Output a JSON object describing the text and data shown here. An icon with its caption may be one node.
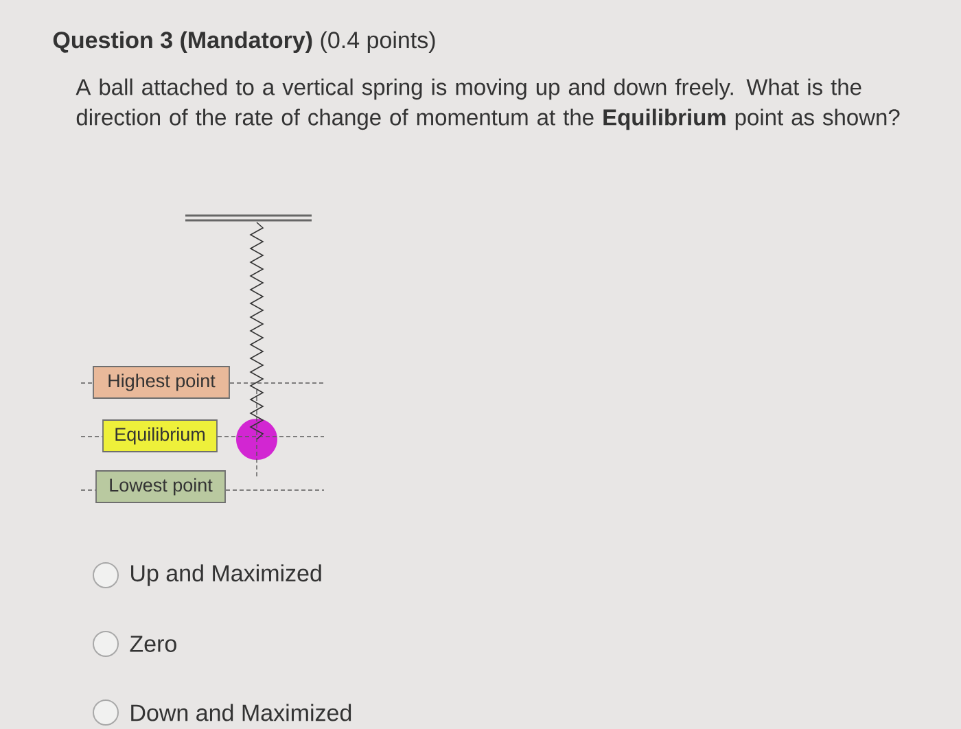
{
  "diagram": {
    "title": "**Question 3 (Mandatory)** (0.4 points)",
    "nodes": [
      {
        "text": [
          "Highest point"
        ]
      },
      {
        "text": [
          "Equilibrium"
        ]
      },
      {
        "text": [
          "Lowest point"
        ]
      }
    ],
    "labels": [
      "A ball attached to a vertical spring is moving up and down freely. What is the direction of the rate of change of momentum at the **Equilibrium** point as shown?",
      "Up and Maximized",
      "Zero",
      "Down and Maximized"
    ]
  }
}
